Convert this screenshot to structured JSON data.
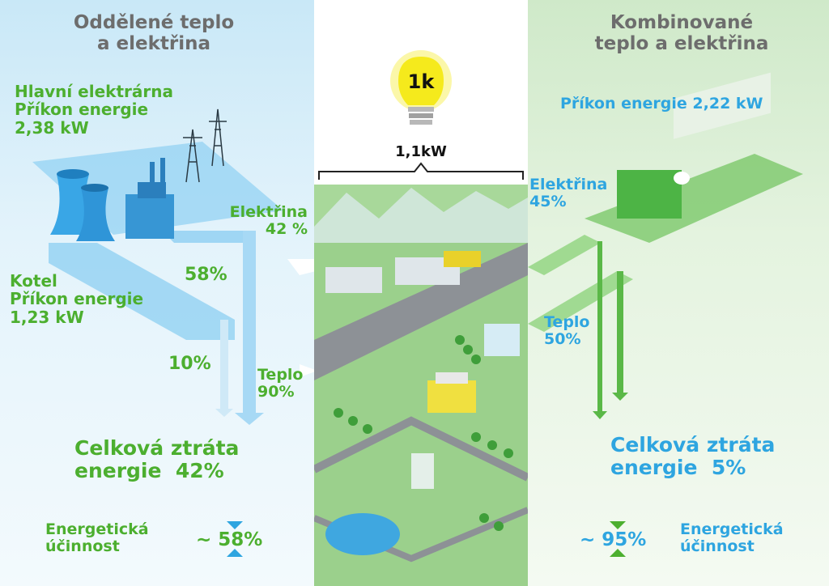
{
  "left": {
    "title_line1": "Oddělené teplo",
    "title_line2": "a elektřina",
    "plant_line1": "Hlavní elektrárna",
    "plant_line2": "Příkon energie",
    "plant_line3": "2,38 kW",
    "electricity_label": "Elektřina",
    "electricity_pct": "42 %",
    "pct_58": "58%",
    "boiler_line1": "Kotel",
    "boiler_line2": "Příkon energie",
    "boiler_line3": "1,23 kW",
    "pct_10": "10%",
    "heat_label": "Teplo",
    "heat_pct": "90%",
    "loss_line1": "Celková ztráta",
    "loss_line2": "energie",
    "loss_value": "42%",
    "eff_line1": "Energetická",
    "eff_line2": "účinnost",
    "eff_value": "~ 58%"
  },
  "middle": {
    "bulb_label": "1k",
    "demand_value": "1,1kW"
  },
  "right": {
    "title_line1": "Kombinované",
    "title_line2": "teplo a elektřina",
    "input_label": "Příkon energie 2,22 kW",
    "electricity_label": "Elektřina",
    "electricity_pct": "45%",
    "heat_label": "Teplo",
    "heat_pct": "50%",
    "loss_line1": "Celková ztráta",
    "loss_line2": "energie",
    "loss_value": "5%",
    "eff_value": "~ 95%",
    "eff_line1": "Energetická",
    "eff_line2": "účinnost"
  },
  "colors": {
    "green": "#4caf2f",
    "blue": "#2ea5e0",
    "gray": "#6d6d6d"
  }
}
